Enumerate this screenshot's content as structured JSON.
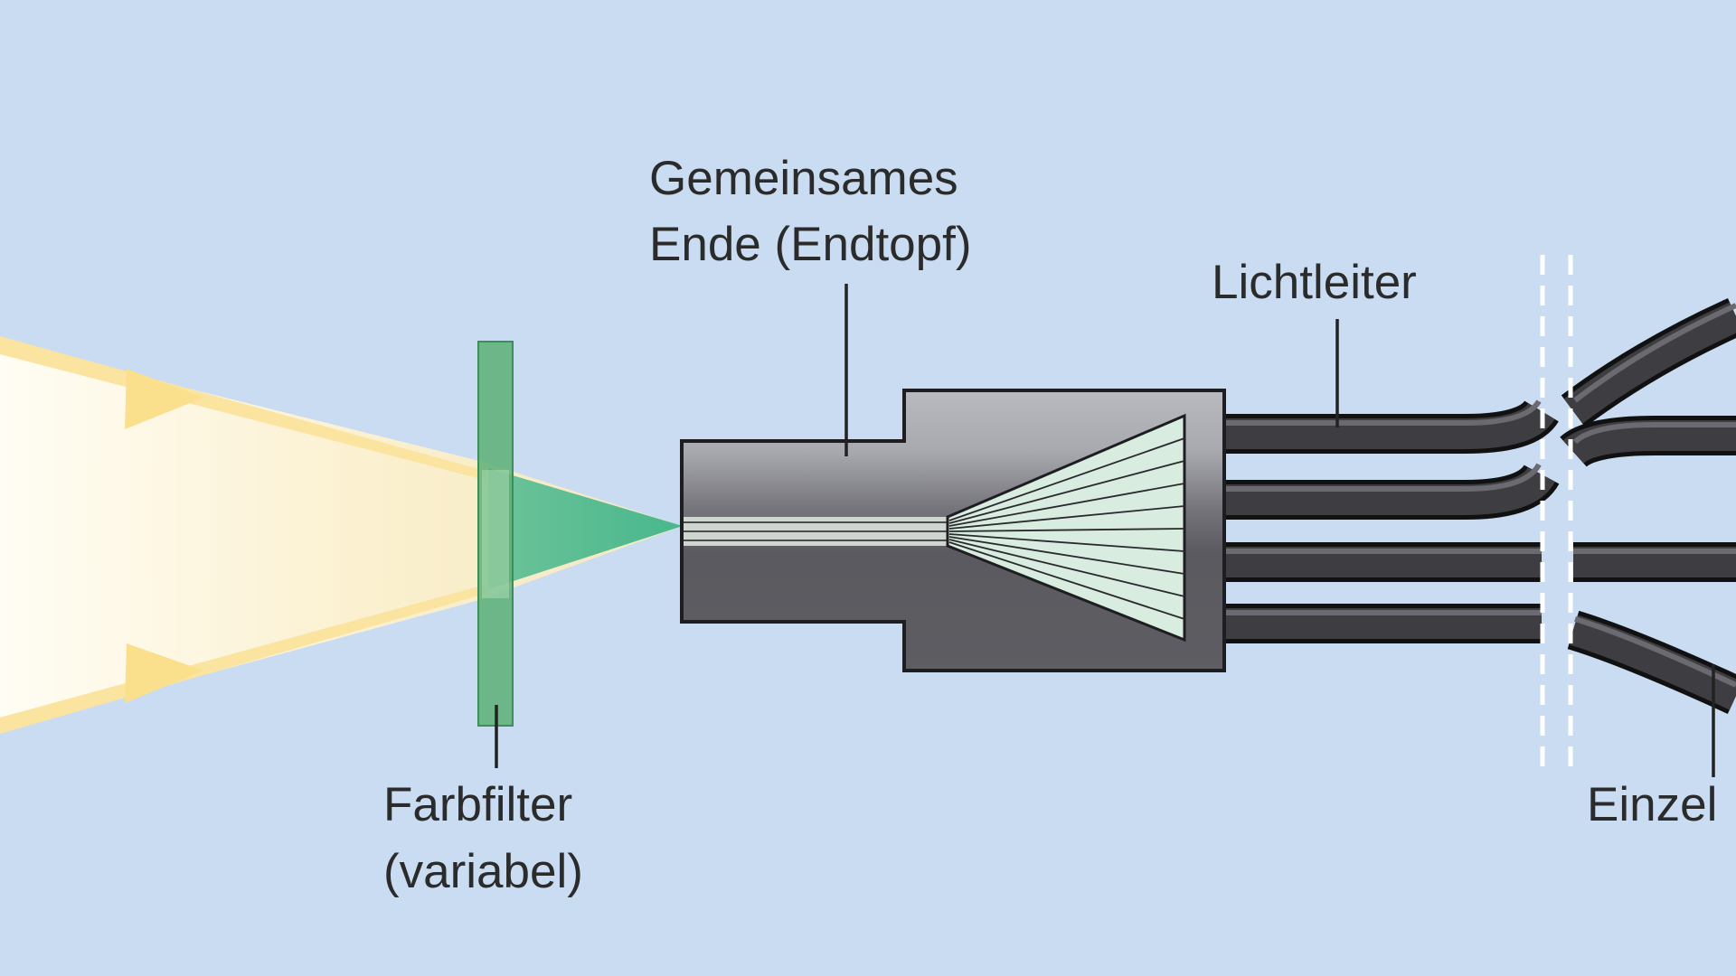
{
  "labels": {
    "common_end_line1": "Gemeinsames",
    "common_end_line2": "Ende (Endtopf)",
    "light_guide": "Lichtleiter",
    "color_filter_line1": "Farbfilter",
    "color_filter_line2": "(variabel)",
    "single_end": "Einzel"
  },
  "colors": {
    "background": "#c9dcf2",
    "light_beam": "#fbe6a0",
    "filter": "#5daf76",
    "green_light": "#4fbf8a",
    "housing": "#6b6b70",
    "fiber": "#2c2c30"
  }
}
